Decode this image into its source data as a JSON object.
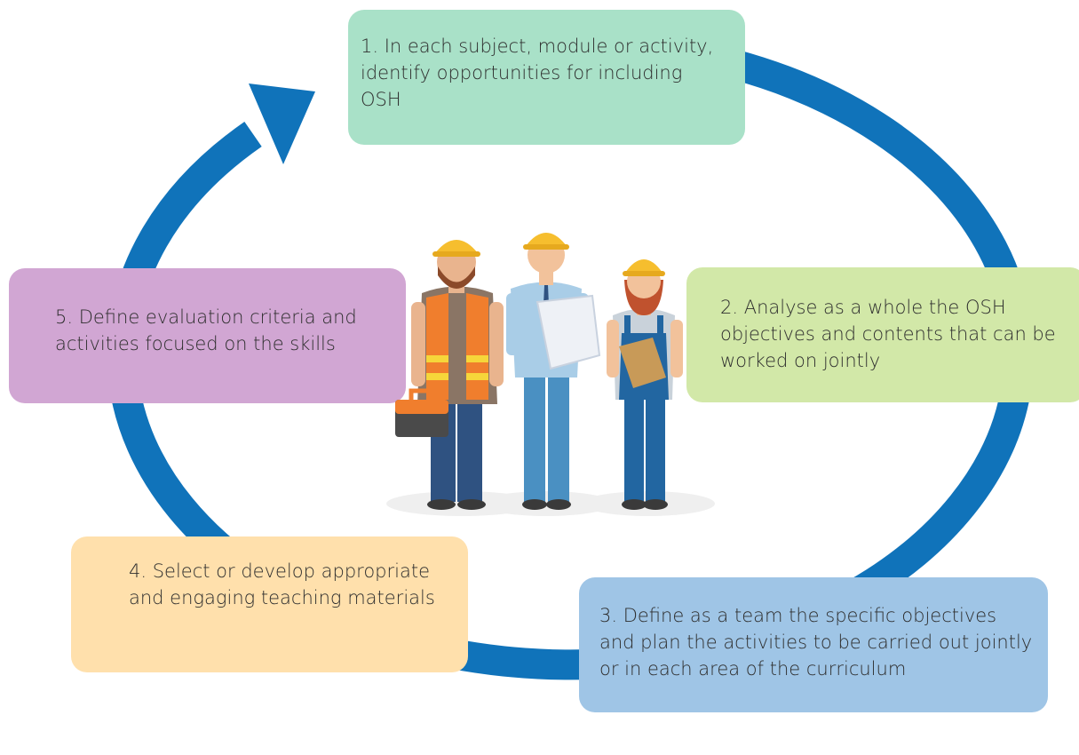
{
  "colors": {
    "arrow": "#1073BA",
    "step1_bg": "#A9E1C8",
    "step2_bg": "#D2E8A8",
    "step3_bg": "#9FC5E6",
    "step4_bg": "#FFE0AC",
    "step5_bg": "#D1A6D3"
  },
  "steps": [
    {
      "text": "1. In each subject, module or activity, identify opportunities for including OSH"
    },
    {
      "text": "2. Analyse as a whole the OSH objectives and contents that can be worked on jointly"
    },
    {
      "text": "3. Define as a team the specific objectives and plan the activities to be carried out jointly or in each area of the curriculum"
    },
    {
      "text": "4. Select or develop appropriate and engaging teaching materials"
    },
    {
      "text": "5. Define evaluation criteria and activities focused on the skills"
    }
  ],
  "illustration": {
    "icon": "construction-workers-illustration"
  }
}
